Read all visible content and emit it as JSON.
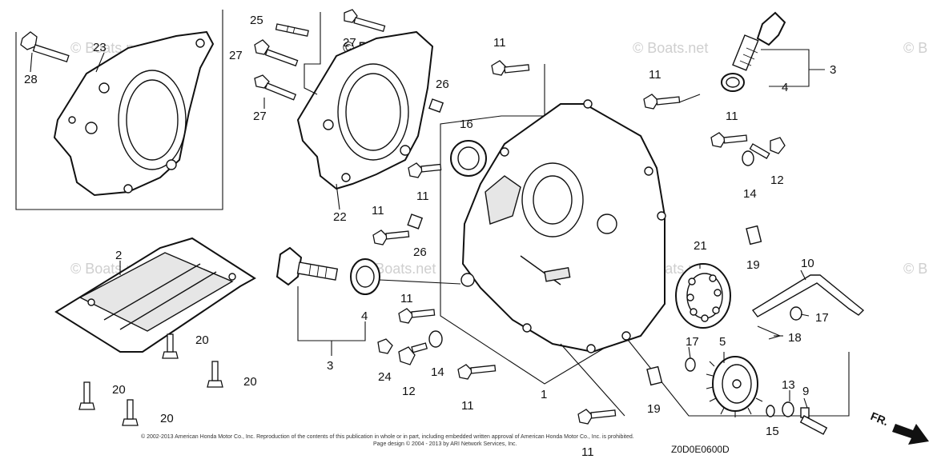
{
  "watermarks": [
    "© Boats.net",
    "© Boats.net",
    "© Boats.net",
    "© B",
    "© Boats.net",
    "© Boats.net",
    "© Boats.net",
    "© B"
  ],
  "watermark_dark": "© Boats.net",
  "callouts": {
    "c1": "1",
    "c2": "2",
    "c3a": "3",
    "c3b": "3",
    "c4a": "4",
    "c4b": "4",
    "c5": "5",
    "c9": "9",
    "c10": "10",
    "c11a": "11",
    "c11b": "11",
    "c11c": "11",
    "c11d": "11",
    "c11e": "11",
    "c11f": "11",
    "c11g": "11",
    "c11h": "11",
    "c12a": "12",
    "c12b": "12",
    "c13": "13",
    "c14a": "14",
    "c14b": "14",
    "c15": "15",
    "c16": "16",
    "c17a": "17",
    "c17b": "17",
    "c18": "18",
    "c19a": "19",
    "c19b": "19",
    "c20a": "20",
    "c20b": "20",
    "c20c": "20",
    "c20d": "20",
    "c21": "21",
    "c22": "22",
    "c23": "23",
    "c24": "24",
    "c25": "25",
    "c26a": "26",
    "c26b": "26",
    "c27a": "27",
    "c27b": "27",
    "c27c": "27",
    "c28": "28"
  },
  "copyright_line1": "© 2002-2013 American Honda Motor Co., Inc. Reproduction of the contents of this publication in whole or in part, including embedded written approval of American Honda Motor Co., Inc. is prohibited.",
  "copyright_line2": "Page design © 2004 - 2013 by ARI Network Services, Inc.",
  "diagram_code": "Z0D0E0600D",
  "front_arrow_label": "FR."
}
